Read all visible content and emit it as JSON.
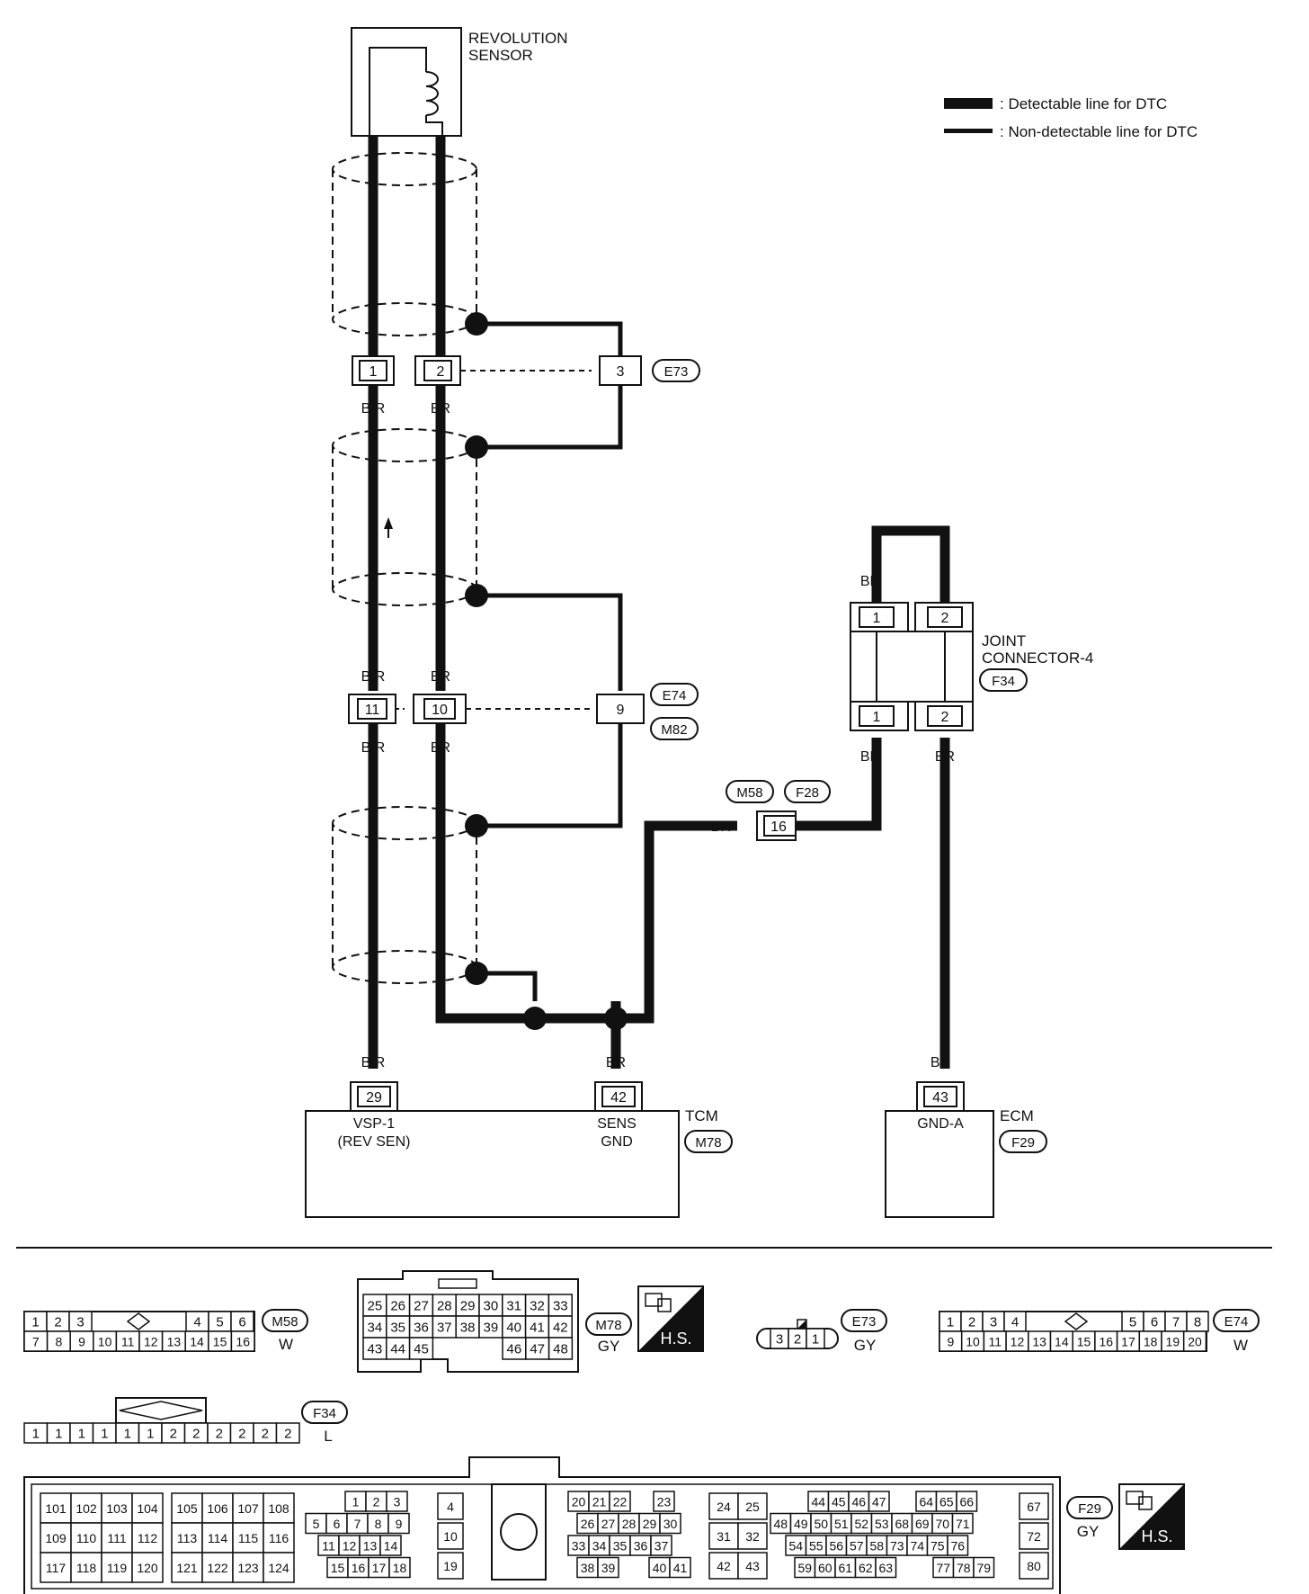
{
  "legend": {
    "detectable": ": Detectable line for DTC",
    "non_detectable": ": Non-detectable line for DTC"
  },
  "sensor": {
    "name": [
      "REVOLUTION",
      "SENSOR"
    ]
  },
  "connectors": {
    "e73": {
      "id": "E73",
      "pins": [
        "1",
        "2",
        "3"
      ]
    },
    "e74": {
      "id": "E74",
      "pins": [
        "11",
        "10",
        "9"
      ]
    },
    "m82": {
      "id": "M82"
    },
    "m58": {
      "id": "M58"
    },
    "f28": {
      "id": "F28",
      "pin": "16"
    },
    "joint": {
      "name": [
        "JOINT",
        "CONNECTOR-4"
      ],
      "id": "F34",
      "top_pins": [
        "1",
        "2"
      ],
      "bottom_pins": [
        "1",
        "2"
      ]
    }
  },
  "wires": {
    "e73_left": "B/R",
    "e73_right": "BR",
    "e74_top_left": "B/R",
    "e74_top_right": "BR",
    "e74_bot_left": "B/R",
    "e74_bot_right": "BR",
    "tcm_29": "B/R",
    "tcm_42": "BR",
    "joint_loop": "BR",
    "joint_b1": "BR",
    "joint_b2": "BR",
    "m58_br": "BR",
    "ecm_43": "BR"
  },
  "tcm": {
    "name": "TCM",
    "id": "M78",
    "pin29": "29",
    "pin29_label": [
      "VSP-1",
      "(REV SEN)"
    ],
    "pin42": "42",
    "pin42_label": [
      "SENS",
      "GND"
    ]
  },
  "ecm": {
    "name": "ECM",
    "id": "F29",
    "pin43": "43",
    "pin43_label": "GND-A"
  },
  "connector_views": {
    "m58": {
      "id": "M58",
      "color": "W",
      "row1": [
        "1",
        "2",
        "3",
        "",
        "",
        "4",
        "5",
        "6"
      ],
      "row2": [
        "7",
        "8",
        "9",
        "10",
        "11",
        "12",
        "13",
        "14",
        "15",
        "16"
      ]
    },
    "m78": {
      "id": "M78",
      "color": "GY",
      "hs": "H.S.",
      "row1": [
        "25",
        "26",
        "27",
        "28",
        "29",
        "30",
        "31",
        "32",
        "33"
      ],
      "row2": [
        "34",
        "35",
        "36",
        "37",
        "38",
        "39",
        "40",
        "41",
        "42"
      ],
      "row3": [
        "43",
        "44",
        "45",
        "46",
        "47",
        "48"
      ]
    },
    "e73": {
      "id": "E73",
      "color": "GY",
      "pins": [
        "3",
        "2",
        "1"
      ]
    },
    "e74": {
      "id": "E74",
      "color": "W",
      "row1": [
        "1",
        "2",
        "3",
        "4",
        "5",
        "6",
        "7",
        "8"
      ],
      "row2": [
        "9",
        "10",
        "11",
        "12",
        "13",
        "14",
        "15",
        "16",
        "17",
        "18",
        "19",
        "20"
      ]
    },
    "f34": {
      "id": "F34",
      "color": "L",
      "pins": [
        "1",
        "1",
        "1",
        "1",
        "1",
        "1",
        "2",
        "2",
        "2",
        "2",
        "2",
        "2"
      ]
    },
    "f29": {
      "id": "F29",
      "color": "GY",
      "hs": "H.S.",
      "g1": [
        [
          "101",
          "102",
          "103",
          "104"
        ],
        [
          "109",
          "110",
          "111",
          "112"
        ],
        [
          "117",
          "118",
          "119",
          "120"
        ]
      ],
      "g2": [
        [
          "105",
          "106",
          "107",
          "108"
        ],
        [
          "113",
          "114",
          "115",
          "116"
        ],
        [
          "121",
          "122",
          "123",
          "124"
        ]
      ],
      "g3": [
        [
          "1",
          "2",
          "3"
        ],
        [
          "5",
          "6",
          "7",
          "8",
          "9"
        ],
        [
          "11",
          "12",
          "13",
          "14"
        ],
        [
          "15",
          "16",
          "17",
          "18"
        ]
      ],
      "g4": [
        "4",
        "10",
        "19"
      ],
      "g5": [
        [
          "20",
          "21",
          "22",
          "23"
        ],
        [
          "26",
          "27",
          "28",
          "29",
          "30"
        ],
        [
          "33",
          "34",
          "35",
          "36",
          "37"
        ],
        [
          "38",
          "39",
          "40",
          "41"
        ]
      ],
      "g6": [
        [
          "24",
          "25"
        ],
        [
          "31",
          "32"
        ],
        [
          "42",
          "43"
        ]
      ],
      "g7": [
        [
          "44",
          "45",
          "46",
          "47",
          "64",
          "65",
          "66"
        ],
        [
          "48",
          "49",
          "50",
          "51",
          "52",
          "53",
          "68",
          "69",
          "70",
          "71"
        ],
        [
          "54",
          "55",
          "56",
          "57",
          "58",
          "73",
          "74",
          "75",
          "76"
        ],
        [
          "59",
          "60",
          "61",
          "62",
          "63",
          "77",
          "78",
          "79"
        ]
      ],
      "g8": [
        "67",
        "72",
        "80"
      ]
    }
  }
}
